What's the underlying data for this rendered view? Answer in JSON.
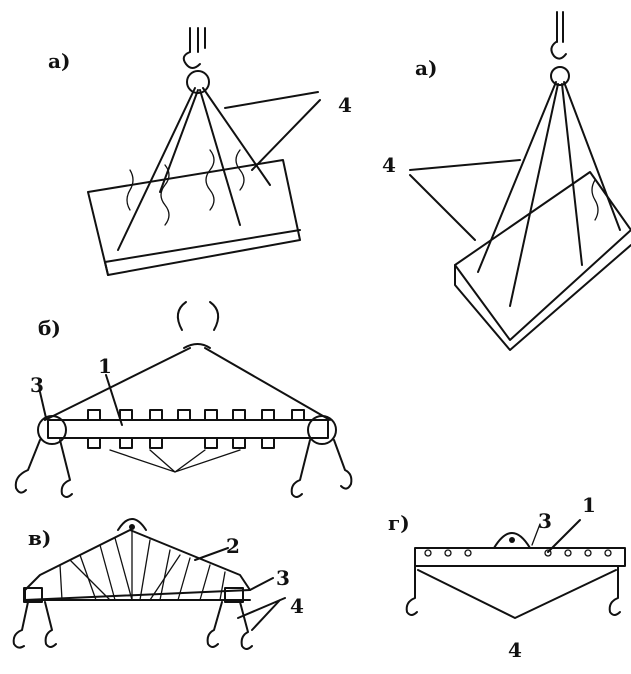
{
  "labels": {
    "a_left": "а)",
    "a_right": "а)",
    "b": "б)",
    "v": "в)",
    "g": "г)"
  },
  "callouts": {
    "four_a_left": "4",
    "four_a_right": "4",
    "one_b": "1",
    "three_b": "3",
    "two_v": "2",
    "three_v": "3",
    "four_v": "4",
    "three_g": "3",
    "one_g": "1",
    "four_g": "4"
  }
}
